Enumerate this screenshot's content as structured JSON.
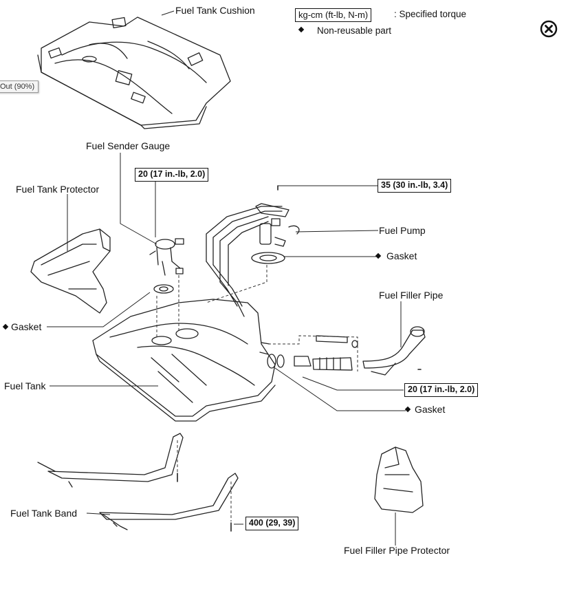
{
  "zoom_chip": "Out (90%)",
  "legend": {
    "torque_unit": "kg-cm (ft-lb, N-m)",
    "torque_desc": ":  Specified torque",
    "nonreusable_desc": "Non-reusable part"
  },
  "labels": {
    "fuel_tank_cushion": "Fuel Tank Cushion",
    "fuel_sender_gauge": "Fuel Sender Gauge",
    "fuel_tank_protector": "Fuel Tank Protector",
    "fuel_pump": "Fuel Pump",
    "gasket_pump": "Gasket",
    "fuel_filler_pipe": "Fuel Filler Pipe",
    "gasket_left": "Gasket",
    "fuel_tank": "Fuel Tank",
    "gasket_filler": "Gasket",
    "fuel_tank_band": "Fuel Tank Band",
    "fuel_filler_pipe_protector": "Fuel Filler Pipe Protector"
  },
  "torques": {
    "sender_gauge": "20 (17 in.-lb, 2.0)",
    "pump_bracket": "35 (30 in.-lb, 3.4)",
    "filler_pipe": "20 (17 in.-lb, 2.0)",
    "tank_band": "400 (29, 39)"
  },
  "icons": {
    "close": "close-circle-icon"
  }
}
